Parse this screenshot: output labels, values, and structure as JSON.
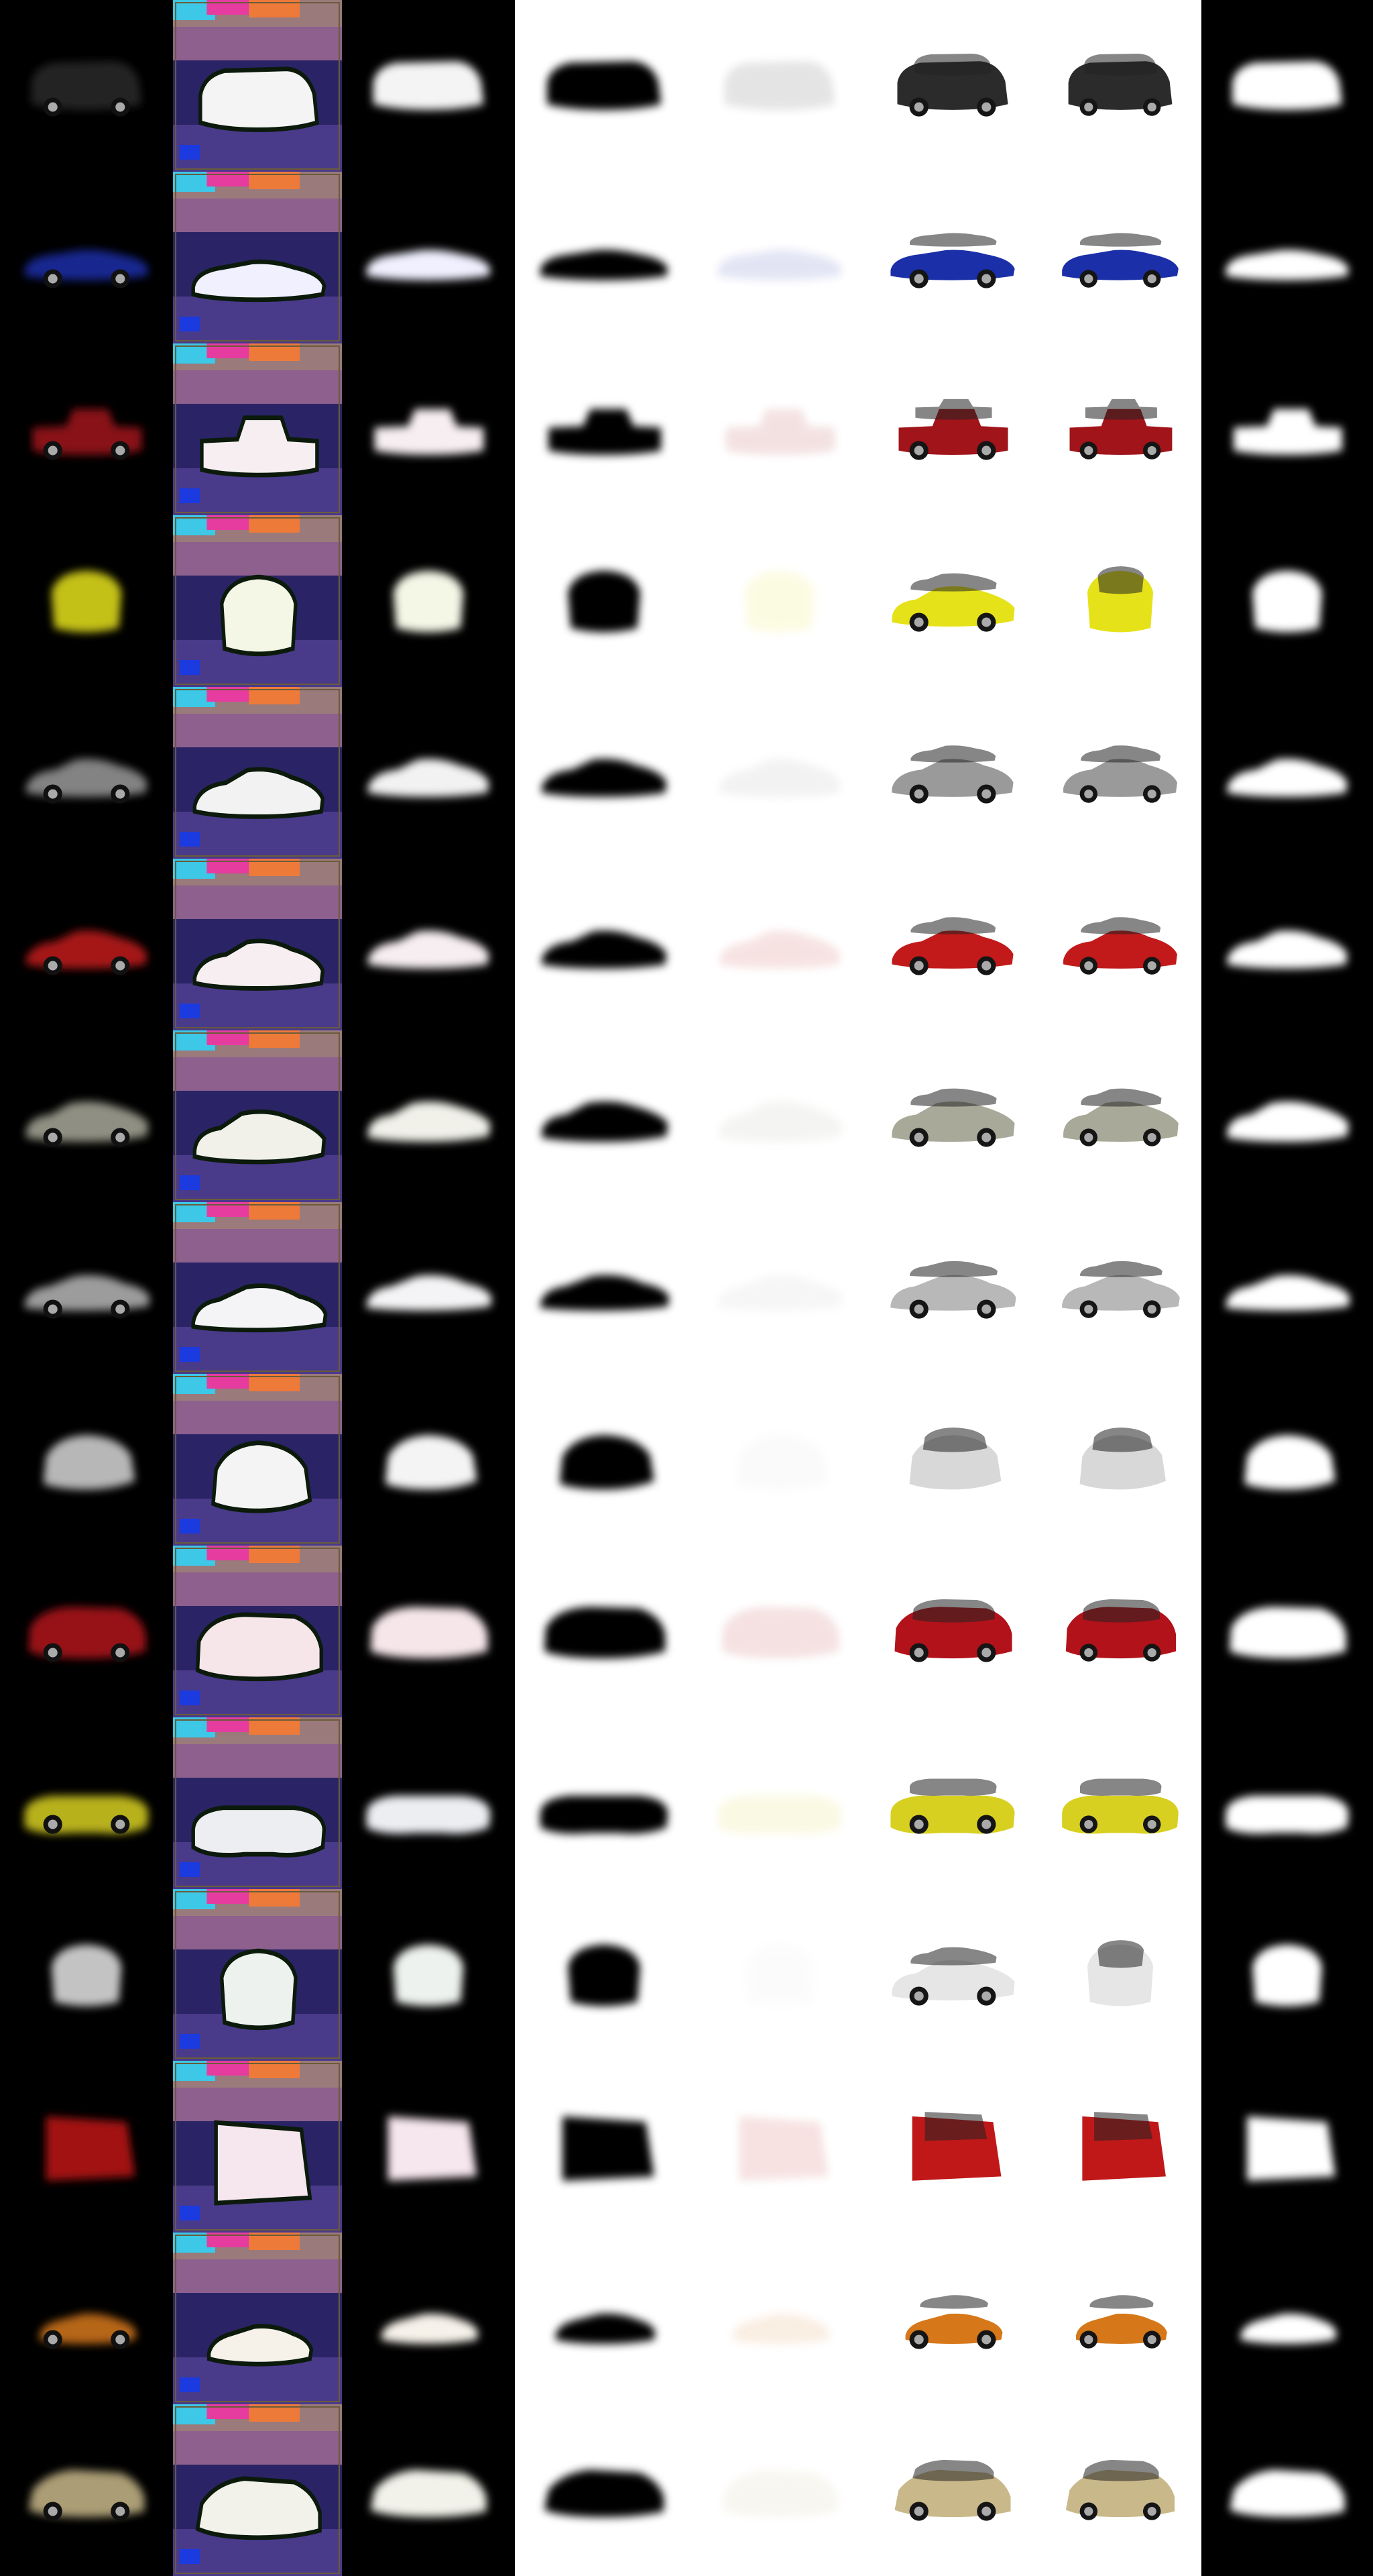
{
  "image": {
    "description_note": "",
    "layout": {
      "rows": 15,
      "columns": [
        {
          "key": "masked_input",
          "bg": "#000000"
        },
        {
          "key": "feature_map",
          "bg": "#10104a"
        },
        {
          "key": "soft_render_dark",
          "bg": "#000000"
        },
        {
          "key": "silhouette_black",
          "bg": "#ffffff"
        },
        {
          "key": "faint_color",
          "bg": "#ffffff"
        },
        {
          "key": "recon_view_a",
          "bg": "#ffffff"
        },
        {
          "key": "recon_view_b",
          "bg": "#ffffff"
        },
        {
          "key": "mask_white",
          "bg": "#000000"
        }
      ]
    },
    "rows": [
      {
        "label": "armored-suv",
        "color": "#2b2b2b",
        "shape": "suv",
        "fmap_tint": "#f4f4f4"
      },
      {
        "label": "blue-roadster",
        "color": "#1b2fa8",
        "shape": "roadster",
        "fmap_tint": "#f0f0ff"
      },
      {
        "label": "red-pickup",
        "color": "#a0141a",
        "shape": "pickup",
        "fmap_tint": "#f6eef0"
      },
      {
        "label": "yellow-sedan-rear",
        "color": "#e6e21a",
        "shape": "rear",
        "fmap_tint": "#f4f6e6"
      },
      {
        "label": "silver-coupe",
        "color": "#9a9a9a",
        "shape": "coupe",
        "fmap_tint": "#f2f2f2"
      },
      {
        "label": "red-convertible",
        "color": "#c21a1a",
        "shape": "coupe",
        "fmap_tint": "#f6eef0"
      },
      {
        "label": "grey-sedan",
        "color": "#a9a99a",
        "shape": "sedan",
        "fmap_tint": "#f1f1ea"
      },
      {
        "label": "silver-sports",
        "color": "#b8b8b8",
        "shape": "sports",
        "fmap_tint": "#f4f4f6"
      },
      {
        "label": "white-hatch-front",
        "color": "#d8d8d8",
        "shape": "front",
        "fmap_tint": "#f4f4f4"
      },
      {
        "label": "red-minivan",
        "color": "#b2121a",
        "shape": "van",
        "fmap_tint": "#f6e6ea"
      },
      {
        "label": "yellow-buggy",
        "color": "#d8d020",
        "shape": "buggy",
        "fmap_tint": "#eceef2"
      },
      {
        "label": "white-sedan-rear",
        "color": "#e6e6e6",
        "shape": "rear",
        "fmap_tint": "#eef2ee"
      },
      {
        "label": "fire-truck",
        "color": "#c01818",
        "shape": "box",
        "fmap_tint": "#f6e6ee"
      },
      {
        "label": "orange-muscle",
        "color": "#d6781a",
        "shape": "low",
        "fmap_tint": "#f6f2ea"
      },
      {
        "label": "gold-suv",
        "color": "#c9b98a",
        "shape": "suv2",
        "fmap_tint": "#f2f2ea"
      }
    ]
  }
}
